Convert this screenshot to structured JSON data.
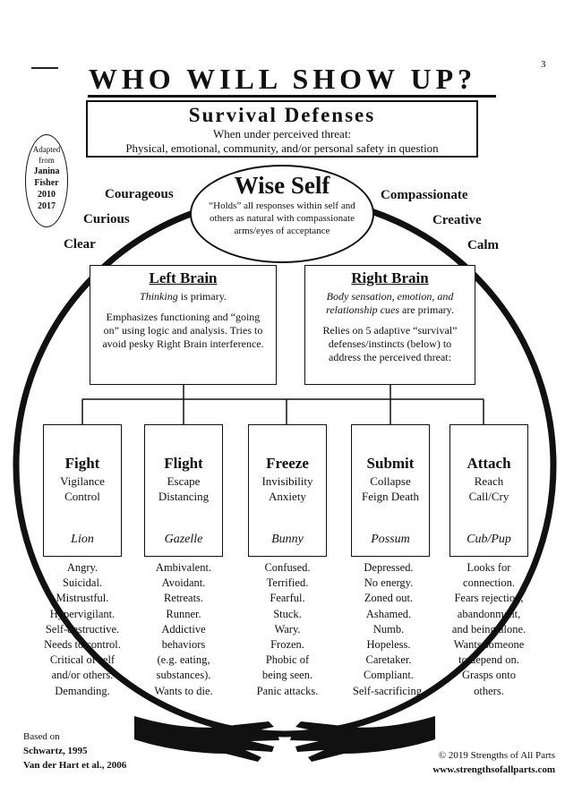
{
  "title": "WHO WILL SHOW UP?",
  "page_number": "3",
  "survival": {
    "heading": "Survival Defenses",
    "line1": "When under perceived threat:",
    "line2": "Physical, emotional, community, and/or personal safety in question"
  },
  "adapted": {
    "line1": "Adapted",
    "line2": "from",
    "name1": "Janina",
    "name2": "Fisher",
    "year1": "2010",
    "year2": "2017"
  },
  "wise_self": {
    "heading": "Wise Self",
    "text": "“Holds” all responses within self and others as natural with compassionate arms/eyes of acceptance"
  },
  "qualities_left": [
    "Courageous",
    "Curious",
    "Clear"
  ],
  "qualities_right": [
    "Compassionate",
    "Creative",
    "Calm"
  ],
  "left_brain": {
    "heading": "Left Brain",
    "line1_em": "Thinking",
    "line1_rest": " is primary.",
    "body": "Emphasizes functioning and “going on” using logic and analysis. Tries to avoid pesky Right Brain interference."
  },
  "right_brain": {
    "heading": "Right Brain",
    "line1_em": "Body sensation, emotion, and relationship cues",
    "line1_rest": " are primary.",
    "body": "Relies on 5 adaptive “survival” defenses/instincts (below) to address the perceived threat:"
  },
  "defenses": [
    {
      "name": "Fight",
      "l1": "Vigilance",
      "l2": "Control",
      "animal": "Lion",
      "traits": [
        "Angry.",
        "Suicidal.",
        "Mistrustful.",
        "Hypervigilant.",
        "Self-destructive.",
        "Needs to control.",
        "Critical of self",
        "and/or others.",
        "Demanding."
      ]
    },
    {
      "name": "Flight",
      "l1": "Escape",
      "l2": "Distancing",
      "animal": "Gazelle",
      "traits": [
        "Ambivalent.",
        "Avoidant.",
        "Retreats.",
        "Runner.",
        "Addictive",
        "behaviors",
        "(e.g. eating,",
        "substances).",
        "Wants to die."
      ]
    },
    {
      "name": "Freeze",
      "l1": "Invisibility",
      "l2": "Anxiety",
      "animal": "Bunny",
      "traits": [
        "Confused.",
        "Terrified.",
        "Fearful.",
        "Stuck.",
        "Wary.",
        "Frozen.",
        "Phobic of",
        "being seen.",
        "Panic attacks."
      ]
    },
    {
      "name": "Submit",
      "l1": "Collapse",
      "l2": "Feign Death",
      "animal": "Possum",
      "traits": [
        "Depressed.",
        "No energy.",
        "Zoned out.",
        "Ashamed.",
        "Numb.",
        "Hopeless.",
        "Caretaker.",
        "Compliant.",
        "Self-sacrificing."
      ]
    },
    {
      "name": "Attach",
      "l1": "Reach",
      "l2": "Call/Cry",
      "animal": "Cub/Pup",
      "traits": [
        "Looks for",
        "connection.",
        "Fears rejection,",
        "abandonment,",
        "and being alone.",
        "Wants someone",
        "to depend on.",
        "Grasps onto",
        "others."
      ]
    }
  ],
  "footer_left": {
    "line1": "Based on",
    "line2": "Schwartz, 1995",
    "line3": "Van der Hart et al., 2006"
  },
  "footer_right": {
    "line1": "© 2019 Strengths of All Parts",
    "line2": "www.strengthsofallparts.com"
  }
}
